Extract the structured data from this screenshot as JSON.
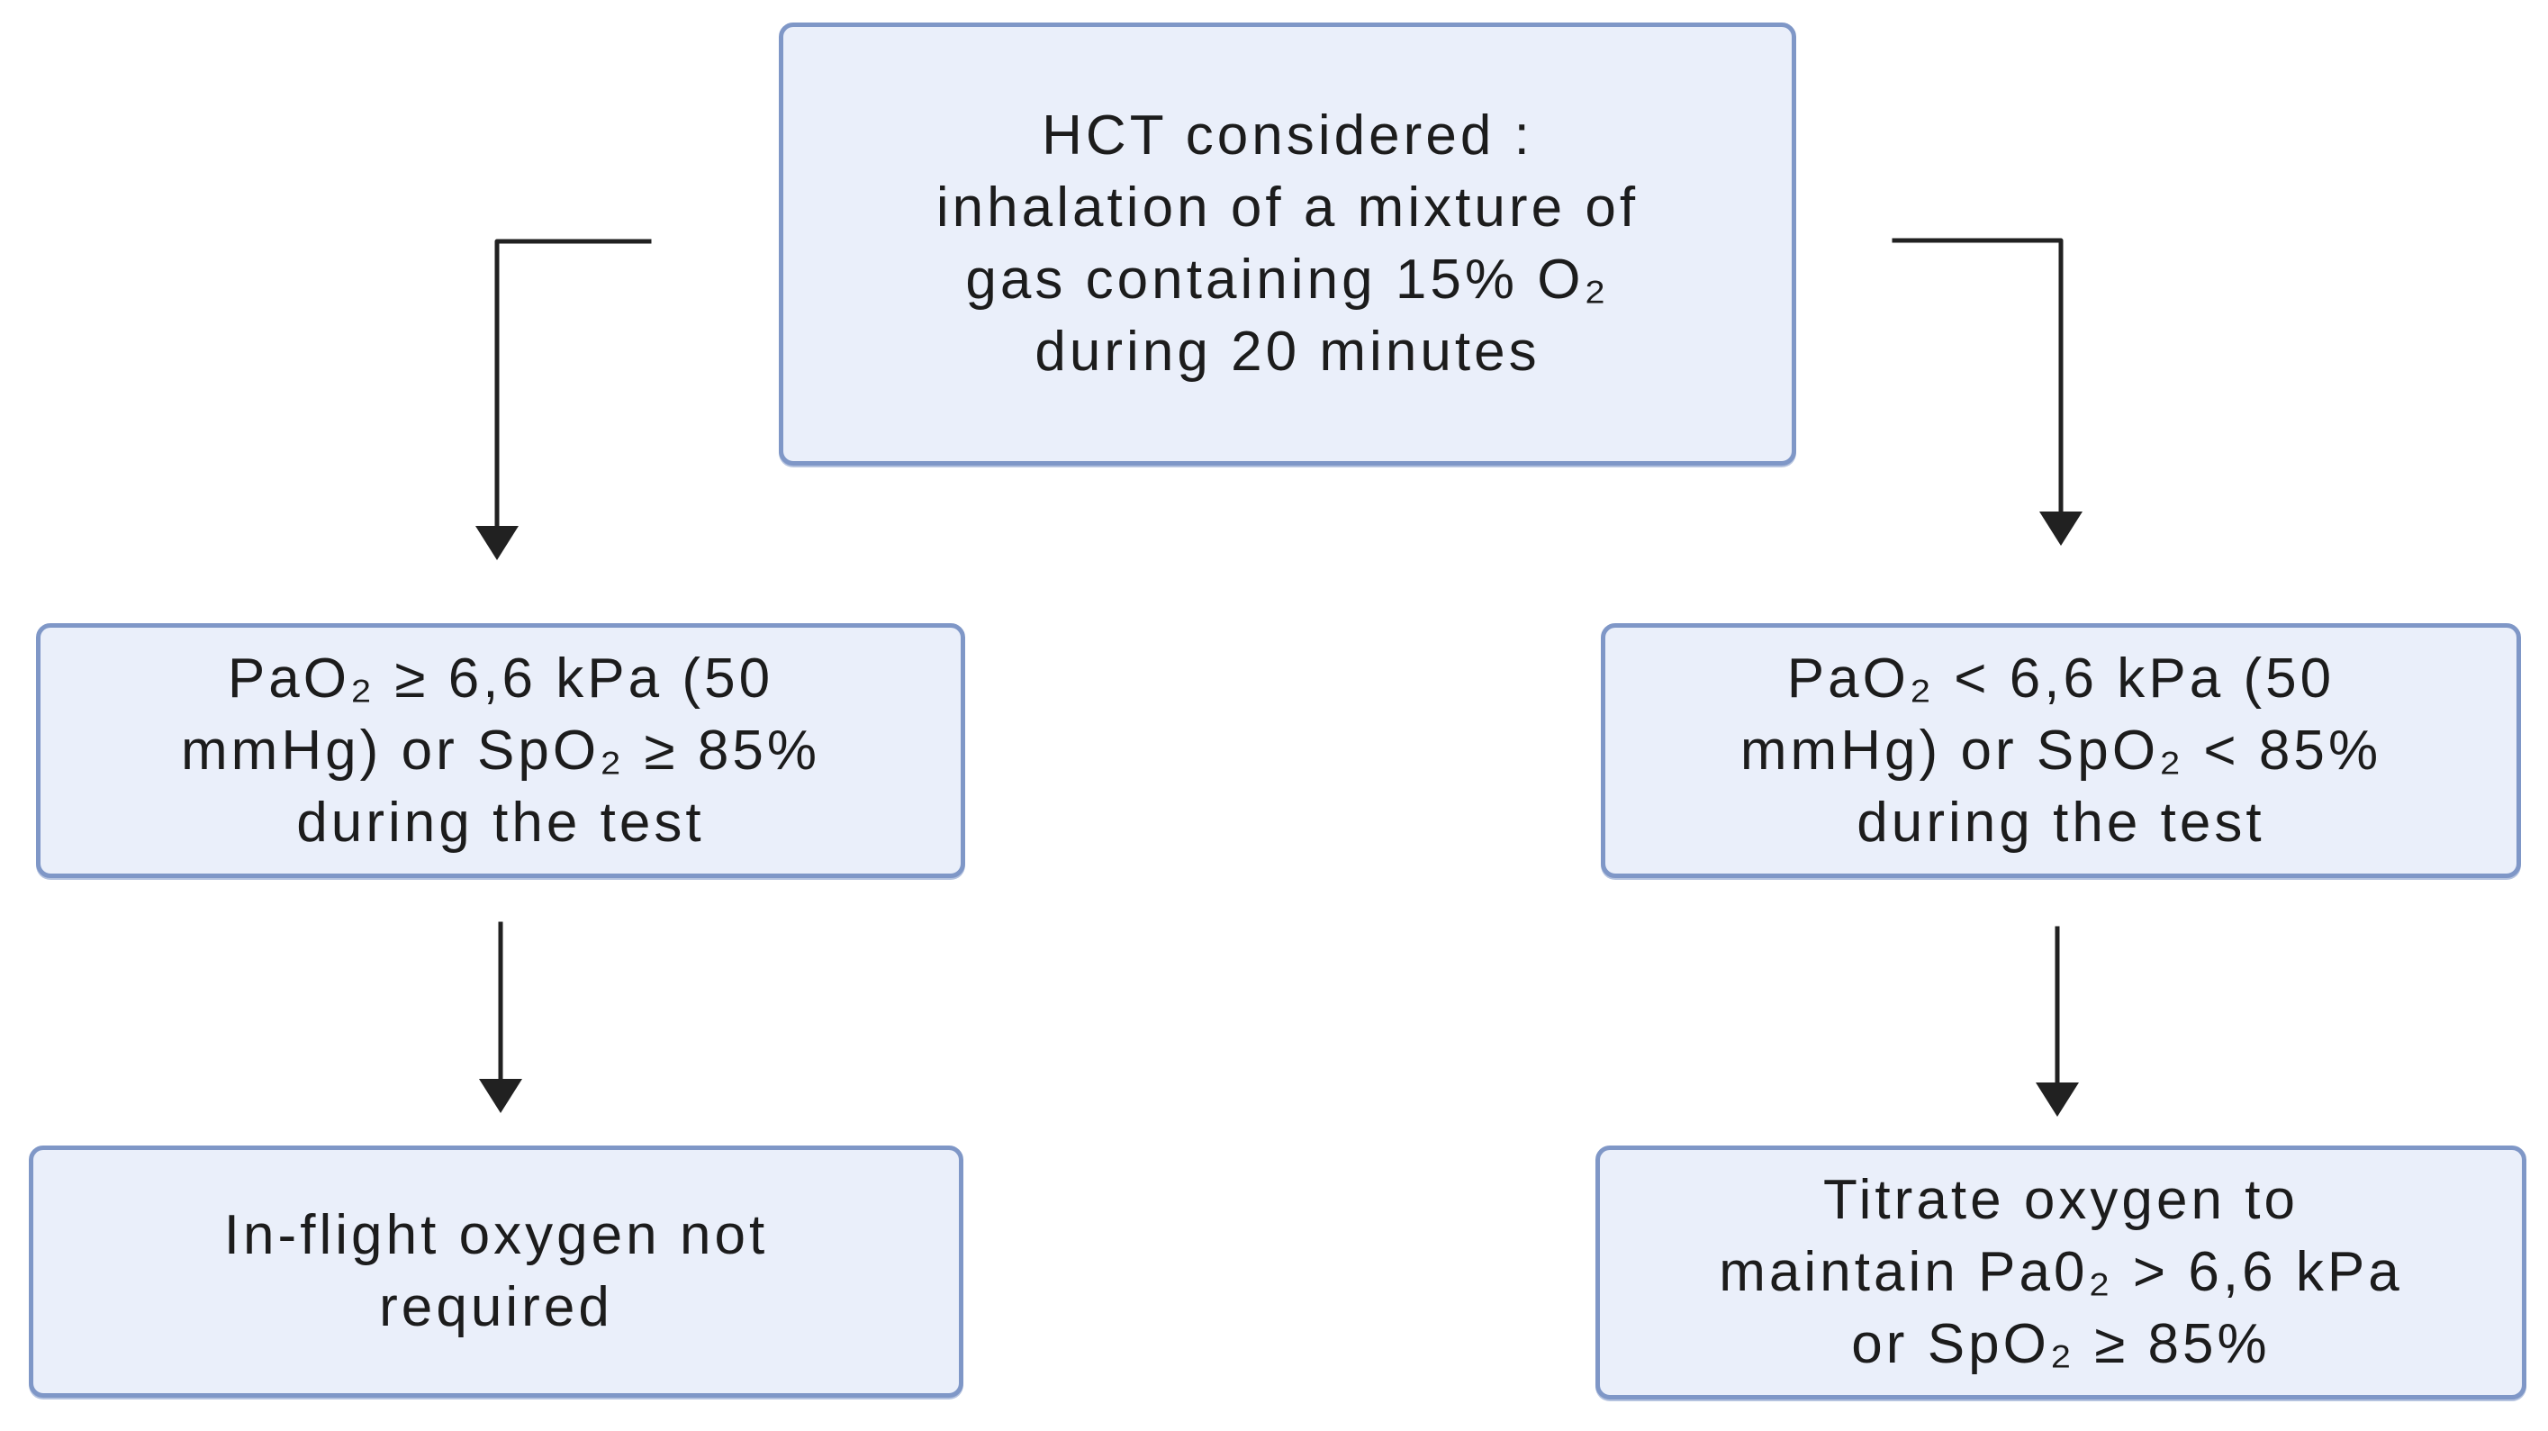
{
  "diagram": {
    "type": "flowchart",
    "colors": {
      "background": "#ffffff",
      "node_fill": "#eaeffa",
      "node_border": "#7f97c7",
      "text": "#1c1c1c",
      "arrow": "#212121"
    },
    "nodes": {
      "hct": {
        "id": "hct-considered",
        "text": "HCT considered :\ninhalation of a mixture of\ngas containing 15% O₂\nduring 20 minutes"
      },
      "pass": {
        "id": "test-passed",
        "text": "PaO₂ ≥ 6,6 kPa (50\nmmHg) or SpO₂ ≥ 85%\nduring the test"
      },
      "fail": {
        "id": "test-failed",
        "text": "PaO₂ < 6,6 kPa (50\nmmHg) or SpO₂ < 85%\nduring the test"
      },
      "no_oxygen": {
        "id": "no-oxygen-required",
        "text": "In-flight oxygen not\nrequired"
      },
      "titrate": {
        "id": "titrate-oxygen",
        "text": "Titrate oxygen to\nmaintain Pa0₂ > 6,6 kPa\nor SpO₂ ≥ 85%"
      }
    },
    "edges": [
      {
        "from": "hct-considered",
        "to": "test-passed"
      },
      {
        "from": "hct-considered",
        "to": "test-failed"
      },
      {
        "from": "test-passed",
        "to": "no-oxygen-required"
      },
      {
        "from": "test-failed",
        "to": "titrate-oxygen"
      }
    ]
  }
}
